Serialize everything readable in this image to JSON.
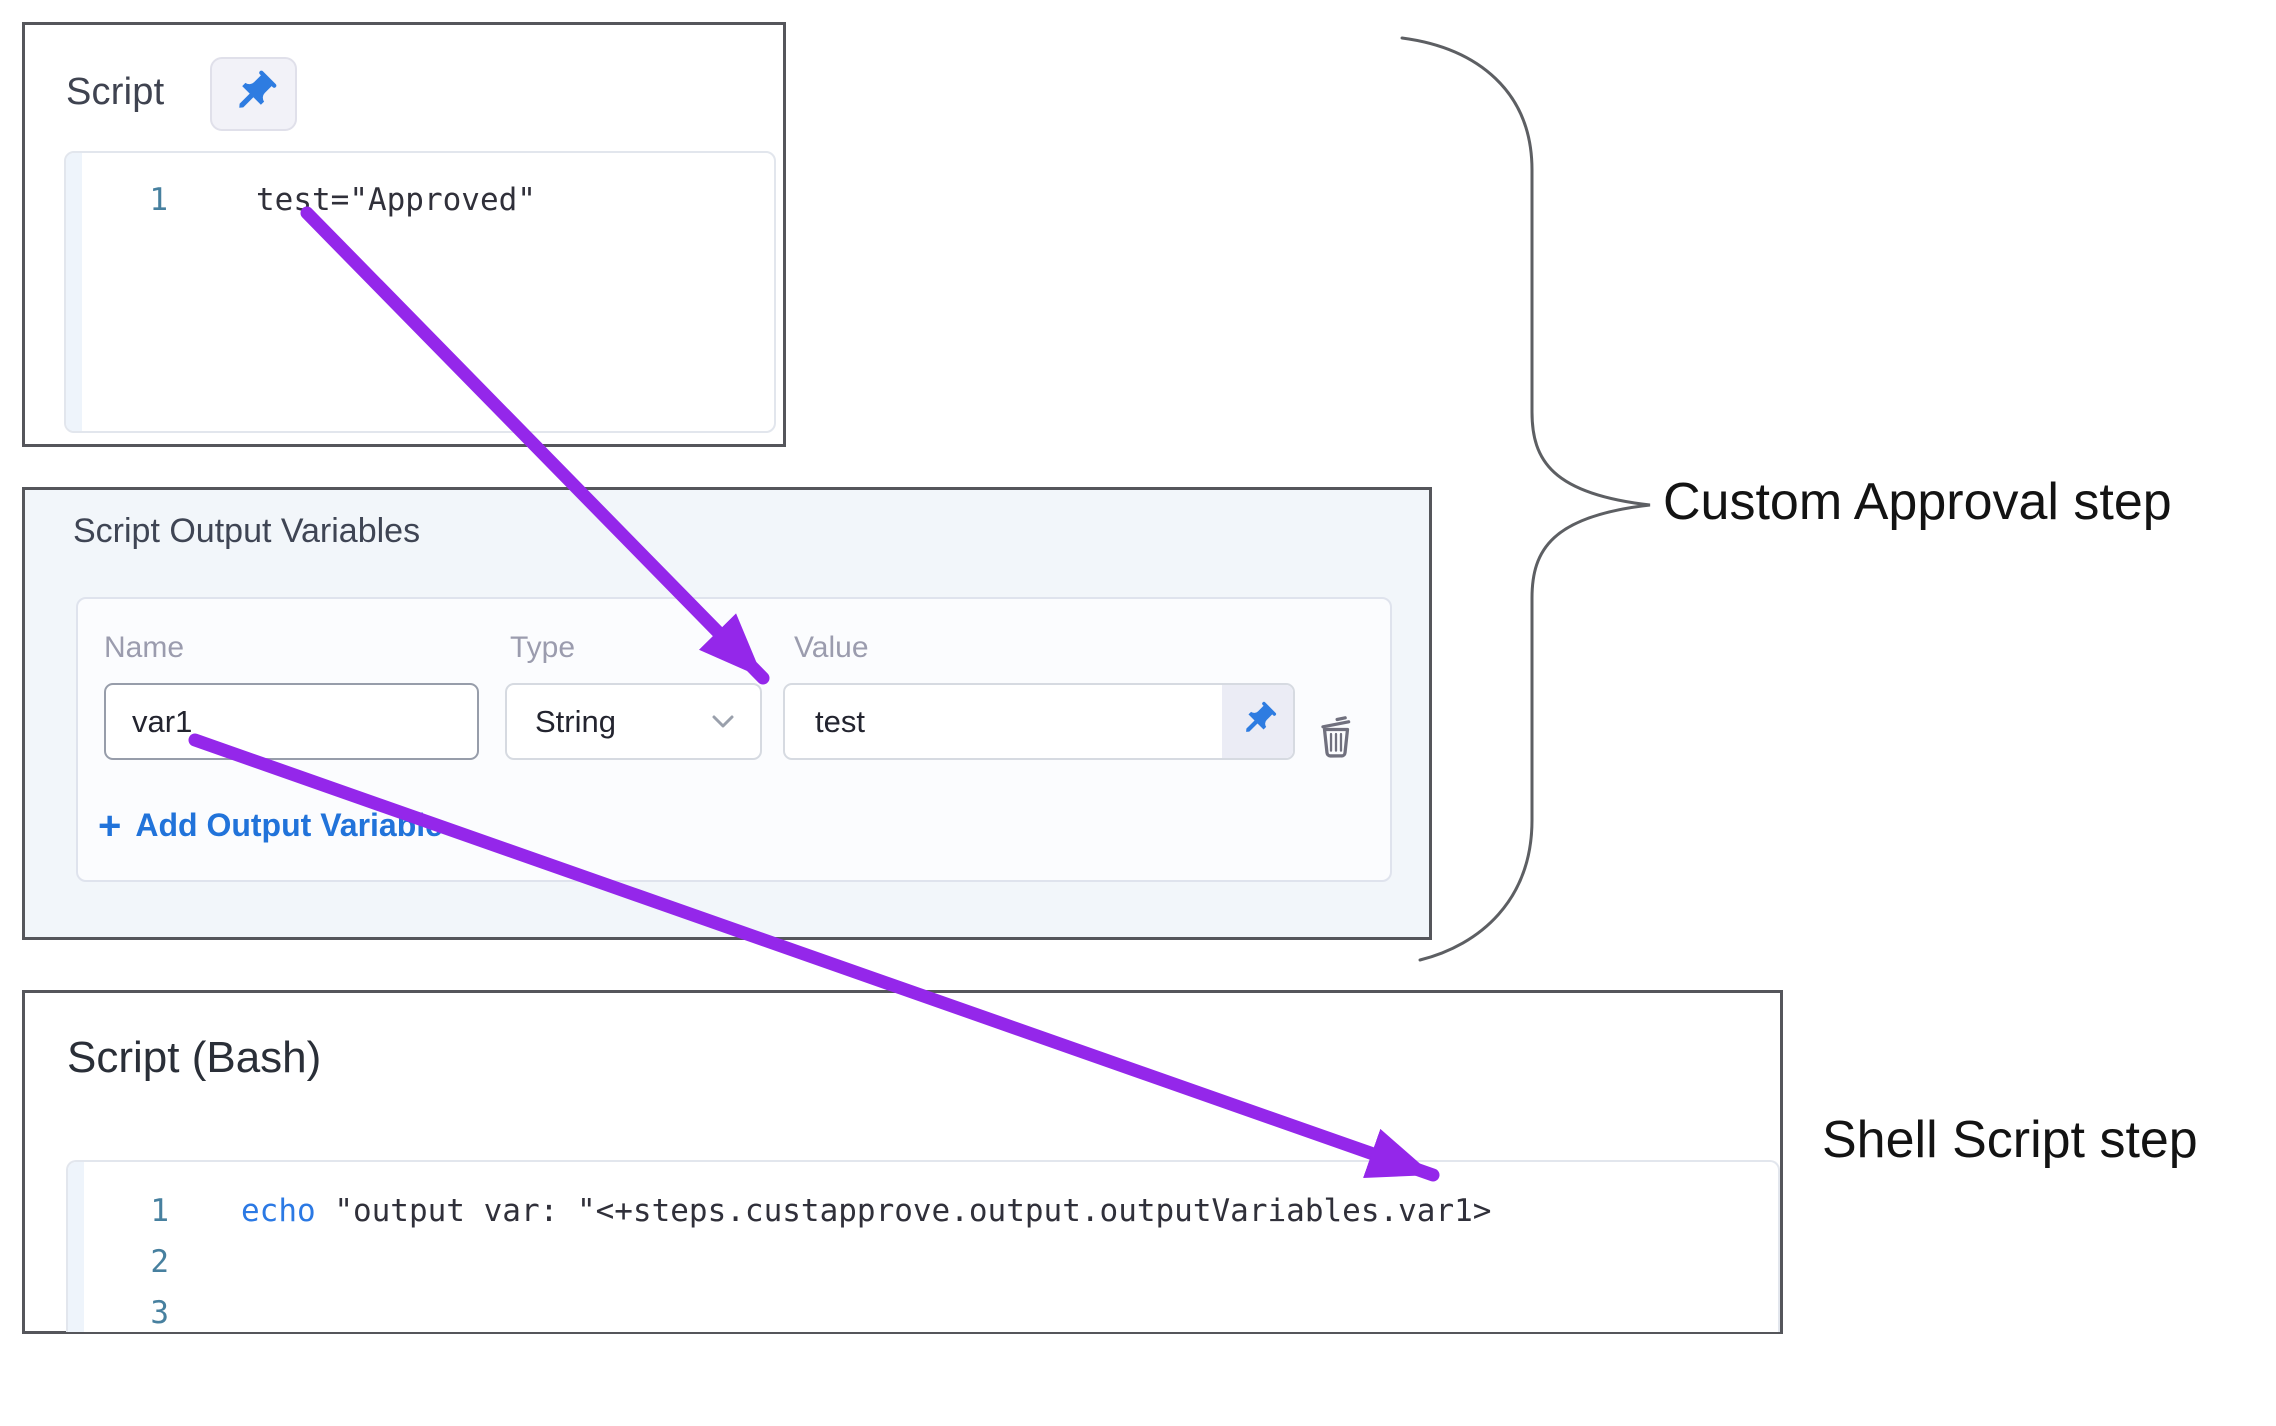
{
  "top_panel": {
    "title": "Script",
    "editor": {
      "line_number": "1",
      "code": "test=\"Approved\""
    }
  },
  "middle_panel": {
    "title": "Script Output Variables",
    "columns": {
      "name": "Name",
      "type": "Type",
      "value": "Value"
    },
    "row": {
      "name": "var1",
      "type": "String",
      "value": "test"
    },
    "add_link": {
      "plus": "+",
      "label": "Add Output Variable"
    }
  },
  "bottom_panel": {
    "title": "Script (Bash)",
    "editor": {
      "lines": [
        {
          "number": "1",
          "keyword": "echo",
          "code": " \"output var: \"<+steps.custapprove.output.outputVariables.var1>"
        },
        {
          "number": "2",
          "keyword": "",
          "code": ""
        },
        {
          "number": "3",
          "keyword": "",
          "code": ""
        }
      ]
    }
  },
  "annotations": {
    "custom_approval_label": "Custom Approval step",
    "shell_script_label": "Shell Script step"
  },
  "icons": {
    "pin": "pushpin-icon",
    "trash": "trash-icon",
    "chevron": "chevron-down-icon"
  },
  "colors": {
    "arrow_purple": "#9427ea",
    "pin_blue": "#2e7ce1",
    "link_blue": "#2173da",
    "keyword_blue": "#2b79e4",
    "line_number_teal": "#47809f",
    "panel_border": "#55565b",
    "brace_gray": "#5d5f63"
  }
}
